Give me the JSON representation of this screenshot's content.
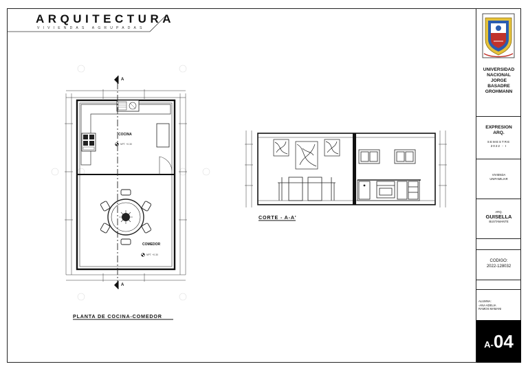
{
  "header": {
    "title": "ARQUITECTURA",
    "subtitle": "VIVIENDAS AGRUPADAS"
  },
  "plan": {
    "kitchen_label": "COCINA",
    "kitchen_level": "NPT. +0.30",
    "dining_label": "COMEDOR",
    "dining_level": "NPT. +0.30",
    "caption": "PLANTA DE COCINA-COMEDOR",
    "section_mark": "A"
  },
  "section": {
    "caption": "CORTE - A-A'"
  },
  "title_block": {
    "university": [
      "UNIVERSIDAD",
      "NACIONAL",
      "JORGE",
      "BASADRE",
      "GROHMANN"
    ],
    "course": [
      "EXPRESION",
      "ARQ."
    ],
    "semester": [
      "SEMESTRE",
      "2022 - I"
    ],
    "project": [
      "VIVIENDA",
      "UNIFAMILIAR"
    ],
    "teacher_title": "ARQ.",
    "teacher_name": "GUISELLA",
    "teacher_surname": "BUSTAMANTE",
    "code_label": "CODIGO:",
    "code_value": "2022-128032",
    "student": [
      "ALUMNA:",
      "-ANA ADELIA",
      "RAMOS MAMANI"
    ],
    "sheet_prefix": "A-",
    "sheet_number": "04"
  },
  "colors": {
    "logo_blue": "#2a5db0",
    "logo_red": "#c0322b",
    "logo_yellow": "#e5c23a",
    "line": "#222222"
  }
}
